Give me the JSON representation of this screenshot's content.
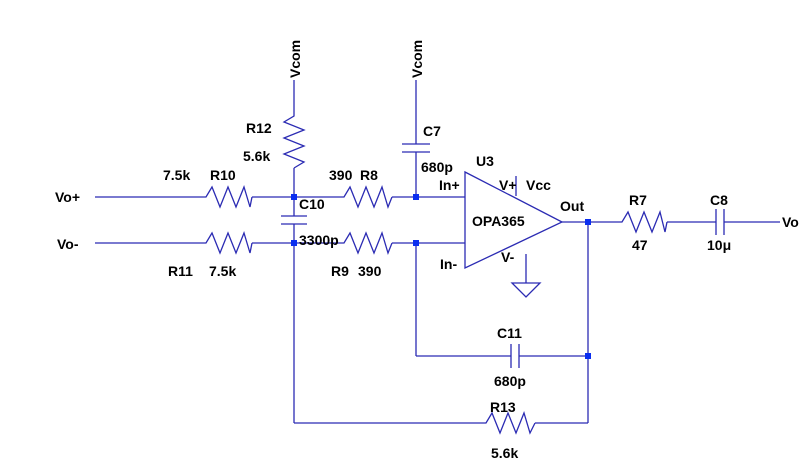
{
  "labels": {
    "vcom_left": "Vcom",
    "vcom_right": "Vcom",
    "r12_name": "R12",
    "r12_value": "5.6k",
    "c7_name": "C7",
    "c7_value": "680p",
    "u3_name": "U3",
    "r10_value": "7.5k",
    "r10_name": "R10",
    "r8_value": "390",
    "r8_name": "R8",
    "c10_name": "C10",
    "c10_value": "3300p",
    "in_plus": "In+",
    "v_plus": "V+",
    "vcc": "Vcc",
    "opamp_name": "OPA365",
    "out": "Out",
    "in_minus": "In-",
    "v_minus": "V-",
    "r7_name": "R7",
    "r7_value": "47",
    "c8_name": "C8",
    "c8_value": "10μ",
    "vo_out": "Vo",
    "vo_plus": "Vo+",
    "vo_minus": "Vo-",
    "r11_name": "R11",
    "r11_value": "7.5k",
    "r9_name": "R9",
    "r9_value": "390",
    "c11_name": "C11",
    "c11_value": "680p",
    "r13_name": "R13",
    "r13_value": "5.6k"
  },
  "colors": {
    "wire": "#2b2bb3",
    "junction": "#0a2ef0",
    "text": "#000000",
    "background": "#ffffff"
  }
}
